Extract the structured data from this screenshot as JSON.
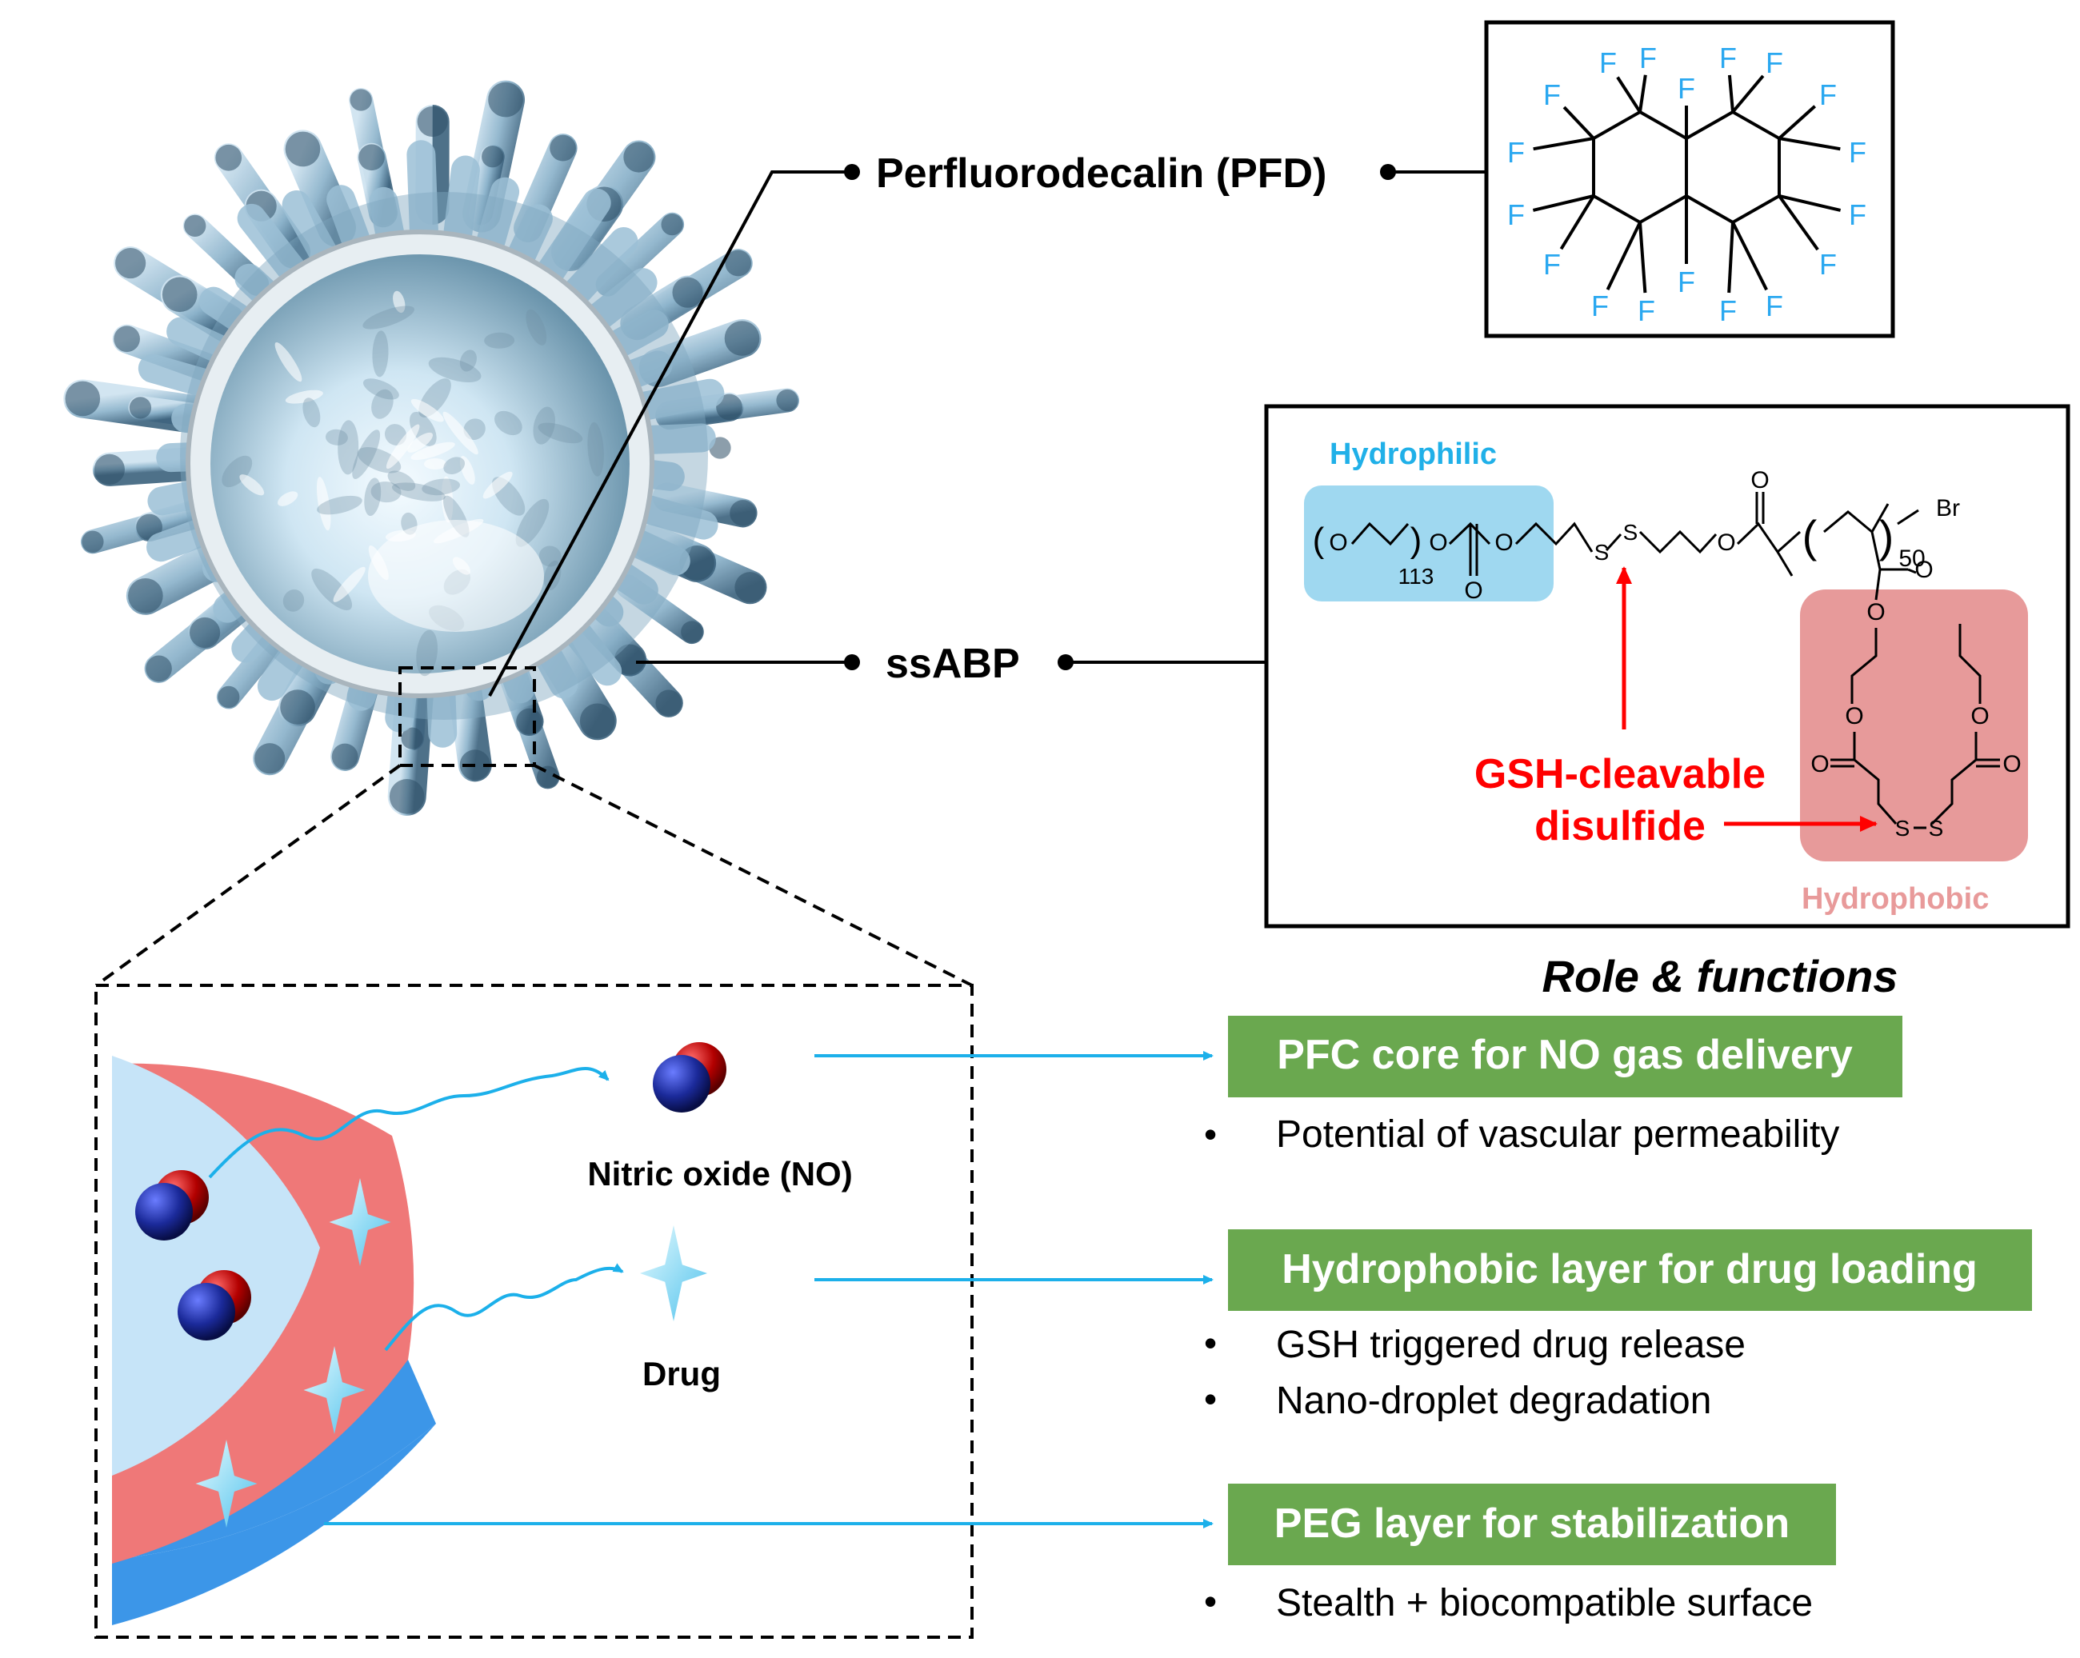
{
  "labels": {
    "pfd": "Perfluorodecalin (PFD)",
    "ssabp": "ssABP",
    "hydrophilic": "Hydrophilic",
    "hydrophobic": "Hydrophobic",
    "gsh_line1": "GSH-cleavable",
    "gsh_line2": "disulfide",
    "role_title": "Role & functions",
    "nitric_oxide": "Nitric oxide (NO)",
    "drug": "Drug"
  },
  "chem": {
    "fluorine": "F",
    "sulfur": "S",
    "oxygen": "O",
    "bromine": "Br",
    "peg_repeat": "113",
    "poly_repeat": "50"
  },
  "functions": [
    {
      "title": "PFC core for NO gas delivery",
      "bullets": [
        "Potential of vascular permeability"
      ]
    },
    {
      "title": "Hydrophobic layer for drug loading",
      "bullets": [
        "GSH triggered drug release",
        "Nano-droplet degradation"
      ]
    },
    {
      "title": "PEG layer for stabilization",
      "bullets": [
        "Stealth + biocompatible surface"
      ]
    }
  ],
  "bullet_char": "•",
  "colors": {
    "green_box": "#6aa84f",
    "arrow_blue": "#1cb0ea",
    "hydrophilic_text": "#20b0e8",
    "hydrophobic_text": "#e89a9a",
    "gsh_red": "#ff0000",
    "fluorine_blue": "#2aa8f0",
    "core_light_blue": "#c6e4f8",
    "hydrophobic_shell": "#ef7878",
    "peg_shell": "#3c96e8"
  }
}
